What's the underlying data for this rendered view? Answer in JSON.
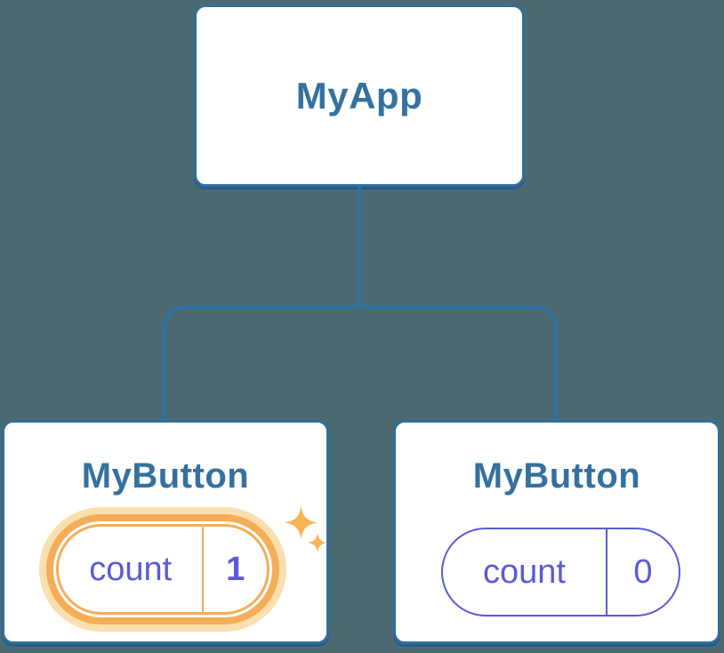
{
  "diagram": {
    "title": "component-tree",
    "root_node": {
      "label": "MyApp"
    },
    "child_nodes": [
      {
        "label": "MyButton",
        "state_key": "count",
        "state_value": "1",
        "highlighted": true
      },
      {
        "label": "MyButton",
        "state_key": "count",
        "state_value": "0",
        "highlighted": false
      }
    ]
  },
  "icons": {
    "sparkle_large": "sparkle-icon",
    "sparkle_small": "sparkle-icon"
  },
  "colors": {
    "background": "#4c6972",
    "node_border": "#2f6f9f",
    "node_shadow": "#255d88",
    "node_text": "#35719e",
    "connector": "#2d73a4",
    "state_text": "#5b5ad6",
    "highlight": "#f5ad58",
    "highlight_glow": "#fbdfae",
    "sparkle": "#f7b455",
    "card_bg": "#ffffff"
  }
}
